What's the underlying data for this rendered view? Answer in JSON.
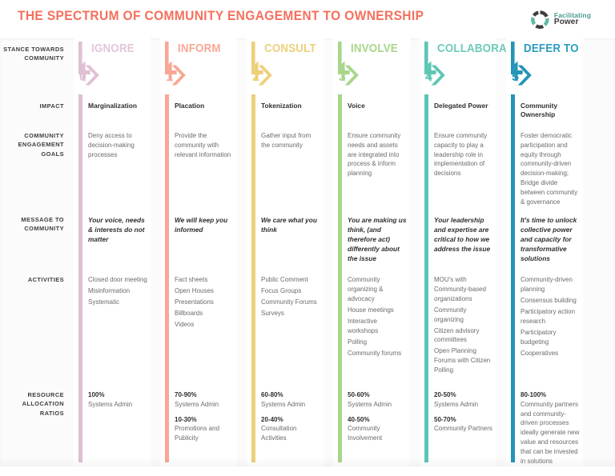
{
  "header": {
    "title": "The Spectrum of Community Engagement to Ownership",
    "logo": {
      "line1": "Facilitating",
      "line2": "Power"
    }
  },
  "row_labels": [
    "Stance towards community",
    "Impact",
    "Community engagement goals",
    "Message to community",
    "Activities",
    "Resource allocation ratios"
  ],
  "colors": {
    "title": "#f4705c",
    "ignore": "#e0bfd4",
    "inform": "#f9a795",
    "consult": "#ecd07a",
    "involve": "#a8d68a",
    "collaborate": "#5cc6b4",
    "defer": "#2494b8"
  },
  "columns": [
    {
      "number": "0",
      "stance": "Ignore",
      "color": "#e0bfd4",
      "stance_color": "#e3c6d8",
      "num_color": "#e0bfd4",
      "impact": "Marginalization",
      "goals": "Deny access to decision-making processes",
      "message": "Your voice, needs & interests do not matter",
      "activities": [
        "Closed door meeting",
        "Misinformation",
        "Systematic"
      ],
      "ratios": [
        {
          "pct": "100%",
          "desc": "Systems Admin"
        }
      ]
    },
    {
      "number": "1",
      "stance": "Inform",
      "color": "#f9a795",
      "stance_color": "#f9a795",
      "num_color": "#f9a795",
      "impact": "Placation",
      "goals": "Provide the community with relevant information",
      "message": "We will keep you informed",
      "activities": [
        "Fact sheets",
        "Open Houses",
        "Presentations",
        "Billboards",
        "Videos"
      ],
      "ratios": [
        {
          "pct": "70-90%",
          "desc": "Systems Admin"
        },
        {
          "pct": "10-30%",
          "desc": "Promotions and Publicity"
        }
      ]
    },
    {
      "number": "2",
      "stance": "Consult",
      "color": "#ecd07a",
      "stance_color": "#ecd07a",
      "num_color": "#ecd07a",
      "impact": "Tokenization",
      "goals": "Gather input from the community",
      "message": "We care what you think",
      "activities": [
        "Public Comment",
        "Focus Groups",
        "Community Forums",
        "Surveys"
      ],
      "ratios": [
        {
          "pct": "60-80%",
          "desc": "Systems Admin"
        },
        {
          "pct": "20-40%",
          "desc": "Consultation Activities"
        }
      ]
    },
    {
      "number": "3",
      "stance": "Involve",
      "color": "#a8d68a",
      "stance_color": "#a8d68a",
      "num_color": "#a8d68a",
      "impact": "Voice",
      "goals": "Ensure community needs and assets are integrated into process & inform planning",
      "message": "You are making us think, (and therefore act) differently about the issue",
      "activities": [
        "Community organizing & advocacy",
        "House meetings",
        "Interactive workshops",
        "Polling",
        "Community forums"
      ],
      "ratios": [
        {
          "pct": "50-60%",
          "desc": "Systems Admin"
        },
        {
          "pct": "40-50%",
          "desc": "Community Involvement"
        }
      ]
    },
    {
      "number": "4",
      "stance": "Collaborate",
      "color": "#5cc6b4",
      "stance_color": "#6ecabb",
      "num_color": "#5cc6b4",
      "impact": "Delegated Power",
      "goals": "Ensure community capacity to play a leadership role in implementation of decisions",
      "message": "Your leadership and expertise are critical to how we address the issue",
      "activities": [
        "MOU's with Community-based organizations",
        "Community organizing",
        "Citizen advisory committees",
        "Open Planning Forums with Citizen Polling"
      ],
      "ratios": [
        {
          "pct": "20-50%",
          "desc": "Systems Admin"
        },
        {
          "pct": "50-70%",
          "desc": "Community Partners"
        }
      ]
    },
    {
      "number": "5",
      "stance": "Defer to",
      "color": "#2494b8",
      "stance_color": "#2e9ec0",
      "num_color": "#2494b8",
      "impact": "Community Ownership",
      "goals": "Foster democratic participation and equity through community-driven decision-making; Bridge divide between community & governance",
      "message": "It's time to unlock collective power and capacity for transformative solutions",
      "activities": [
        "Community-driven planning",
        "Consensus building",
        "Participatory action research",
        "Participatory budgeting",
        "Cooperatives"
      ],
      "ratios": [
        {
          "pct": "80-100%",
          "desc": "Community partners and community-driven processes ideally generate new value and resources that can be invested in solutions"
        }
      ]
    }
  ]
}
